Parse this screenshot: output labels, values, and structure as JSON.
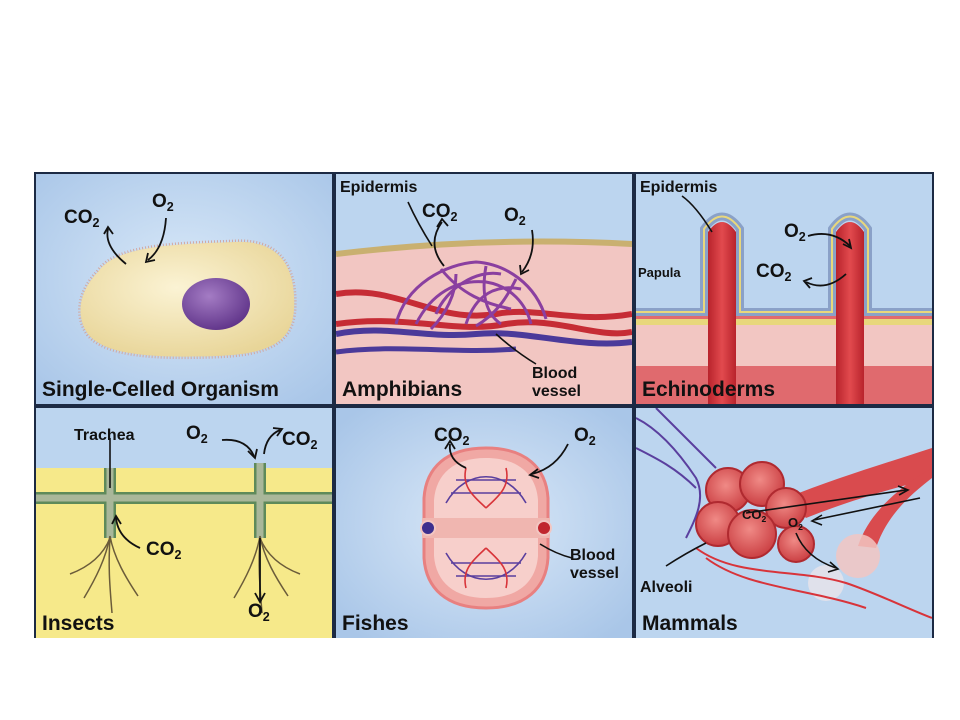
{
  "panels": {
    "single_celled": {
      "caption": "Single-Celled Organism",
      "co2": "CO",
      "o2": "O",
      "sub": "2"
    },
    "amphibians": {
      "caption": "Amphibians",
      "epidermis": "Epidermis",
      "co2": "CO",
      "o2": "O",
      "sub": "2",
      "blood": "Blood",
      "vessel": "vessel"
    },
    "echinoderms": {
      "caption": "Echinoderms",
      "epidermis": "Epidermis",
      "papula": "Papula",
      "co2": "CO",
      "o2": "O",
      "sub": "2"
    },
    "insects": {
      "caption": "Insects",
      "trachea": "Trachea",
      "co2_a": "CO",
      "co2_b": "CO",
      "o2_a": "O",
      "o2_b": "O",
      "sub": "2"
    },
    "fishes": {
      "caption": "Fishes",
      "co2": "CO",
      "o2": "O",
      "sub": "2",
      "blood": "Blood",
      "vessel": "vessel"
    },
    "mammals": {
      "caption": "Mammals",
      "alveoli": "Alveoli",
      "co2": "CO",
      "o2": "O",
      "sub": "2"
    }
  },
  "colors": {
    "panel_bg": "#b9d3ef",
    "border": "#1c2a44",
    "cell": "#f4e8b8",
    "nucleus": "#7a4a9c",
    "skin": "#f2c6c2",
    "artery": "#d8343a",
    "vein": "#5a3f9e",
    "tissue_yellow": "#f6e98a",
    "trachea": "#a9b79a",
    "tube": "#d94b4e"
  }
}
